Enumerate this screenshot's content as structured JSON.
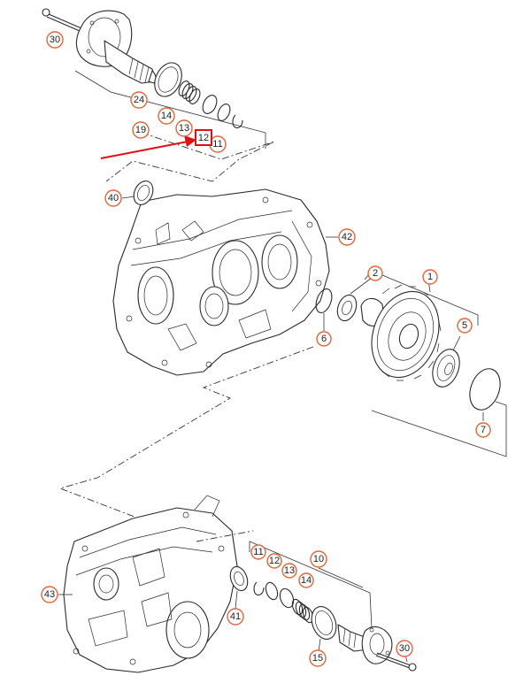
{
  "callouts": [
    {
      "id": "c30a",
      "label": "30"
    },
    {
      "id": "c24",
      "label": "24"
    },
    {
      "id": "c14a",
      "label": "14"
    },
    {
      "id": "c19",
      "label": "19"
    },
    {
      "id": "c13a",
      "label": "13"
    },
    {
      "id": "c11a",
      "label": "11"
    },
    {
      "id": "c40",
      "label": "40"
    },
    {
      "id": "c42",
      "label": "42"
    },
    {
      "id": "c2",
      "label": "2"
    },
    {
      "id": "c1",
      "label": "1"
    },
    {
      "id": "c6",
      "label": "6"
    },
    {
      "id": "c5",
      "label": "5"
    },
    {
      "id": "c7",
      "label": "7"
    },
    {
      "id": "c43",
      "label": "43"
    },
    {
      "id": "c11b",
      "label": "11"
    },
    {
      "id": "c12b",
      "label": "12"
    },
    {
      "id": "c13b",
      "label": "13"
    },
    {
      "id": "c10",
      "label": "10"
    },
    {
      "id": "c14b",
      "label": "14"
    },
    {
      "id": "c41",
      "label": "41"
    },
    {
      "id": "c15",
      "label": "15"
    },
    {
      "id": "c30b",
      "label": "30"
    }
  ],
  "highlight": {
    "label": "12",
    "color": "#e01010"
  },
  "colors": {
    "callout_ring": "#e0663a",
    "highlight": "#e01010",
    "line": "#2a2a2a"
  }
}
